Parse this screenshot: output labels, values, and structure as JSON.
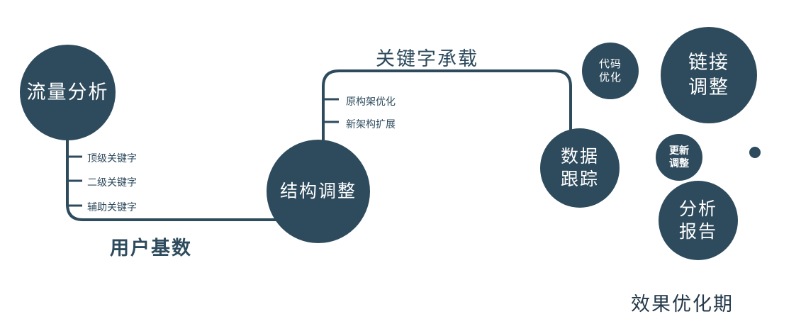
{
  "colors": {
    "primary": "#2e4b5d",
    "background": "#ffffff",
    "node_text": "#ffffff"
  },
  "nodes": {
    "traffic": {
      "label": "流量分析"
    },
    "structure": {
      "label": "结构调整"
    },
    "data_tracking": {
      "line1": "数据",
      "line2": "跟踪"
    },
    "code_optimization": {
      "line1": "代码",
      "line2": "优化"
    },
    "link_adjustment": {
      "line1": "链接",
      "line2": "调整"
    },
    "update_adjustment": {
      "line1": "更新",
      "line2": "调整"
    },
    "analysis_report": {
      "line1": "分析",
      "line2": "报告"
    }
  },
  "edges": {
    "user_base_label": "用户基数",
    "keyword_carry_label": "关键字承载"
  },
  "branches": {
    "traffic": [
      "顶级关键字",
      "二级关键字",
      "辅助关键字"
    ],
    "structure": [
      "原构架优化",
      "新架构扩展"
    ]
  },
  "footer": {
    "label": "效果优化期"
  }
}
